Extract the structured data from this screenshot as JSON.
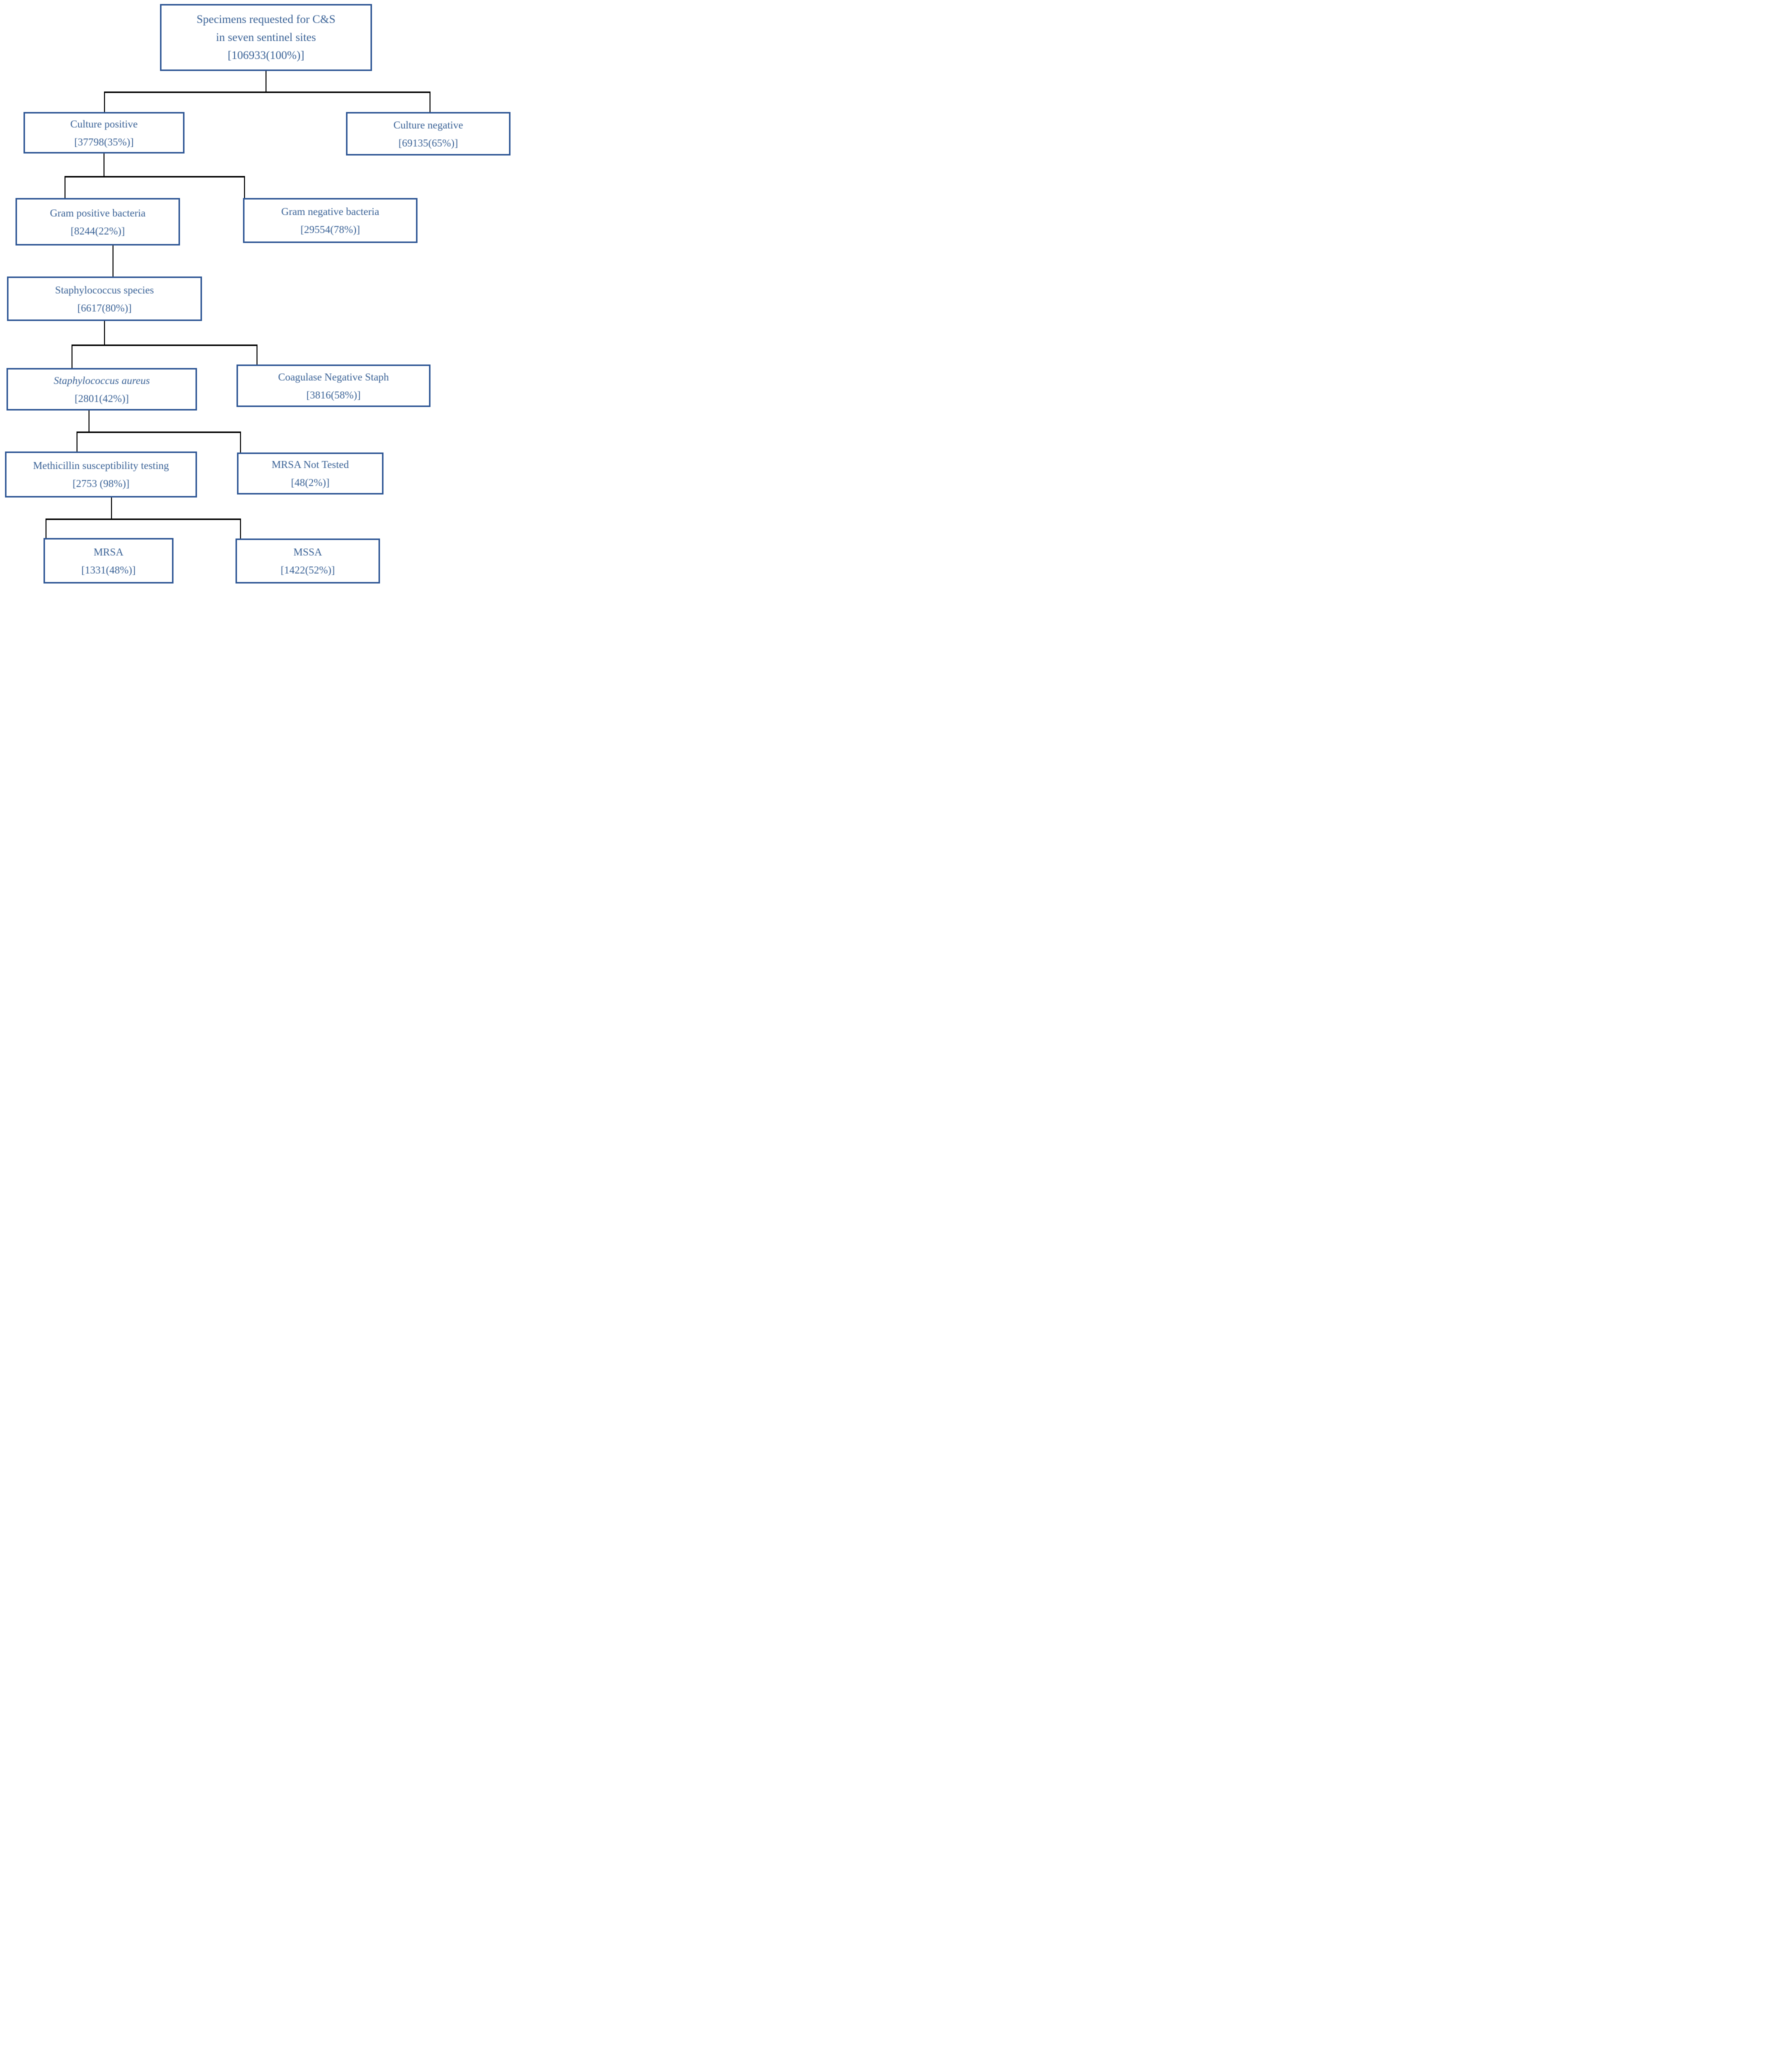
{
  "figure": {
    "description": "Flowchart of specimens requested for culture and sensitivity (C&S) testing across seven sentinel sites, narrowing to MRSA vs MSSA results"
  },
  "colors": {
    "box_border": "#2E5695",
    "box_text": "#3A6296",
    "connector": "#000000",
    "background": "#FFFFFF"
  },
  "boxes": {
    "root": {
      "line1": "Specimens requested for C&S",
      "line2": "in seven sentinel sites",
      "line3": "[106933(100%)]"
    },
    "culture_positive": {
      "line1": "Culture positive",
      "line2": "[37798(35%)]"
    },
    "culture_negative": {
      "line1": "Culture negative",
      "line2": "[69135(65%)]"
    },
    "gram_positive": {
      "line1": "Gram positive bacteria",
      "line2": "[8244(22%)]"
    },
    "gram_negative": {
      "line1": "Gram negative bacteria",
      "line2": "[29554(78%)]"
    },
    "staph_species": {
      "line1": "Staphylococcus species",
      "line2": "[6617(80%)]"
    },
    "staph_aureus": {
      "line1": "Staphylococcus aureus",
      "line2": "[2801(42%)]"
    },
    "cons": {
      "line1": "Coagulase Negative Staph",
      "line2": "[3816(58%)]"
    },
    "methicillin": {
      "line1": "Methicillin susceptibility testing",
      "line2": "[2753 (98%)]"
    },
    "mrsa_not_tested": {
      "line1": "MRSA Not Tested",
      "line2": "[48(2%)]"
    },
    "mrsa": {
      "line1": "MRSA",
      "line2": "[1331(48%)]"
    },
    "mssa": {
      "line1": "MSSA",
      "line2": "[1422(52%)]"
    }
  }
}
